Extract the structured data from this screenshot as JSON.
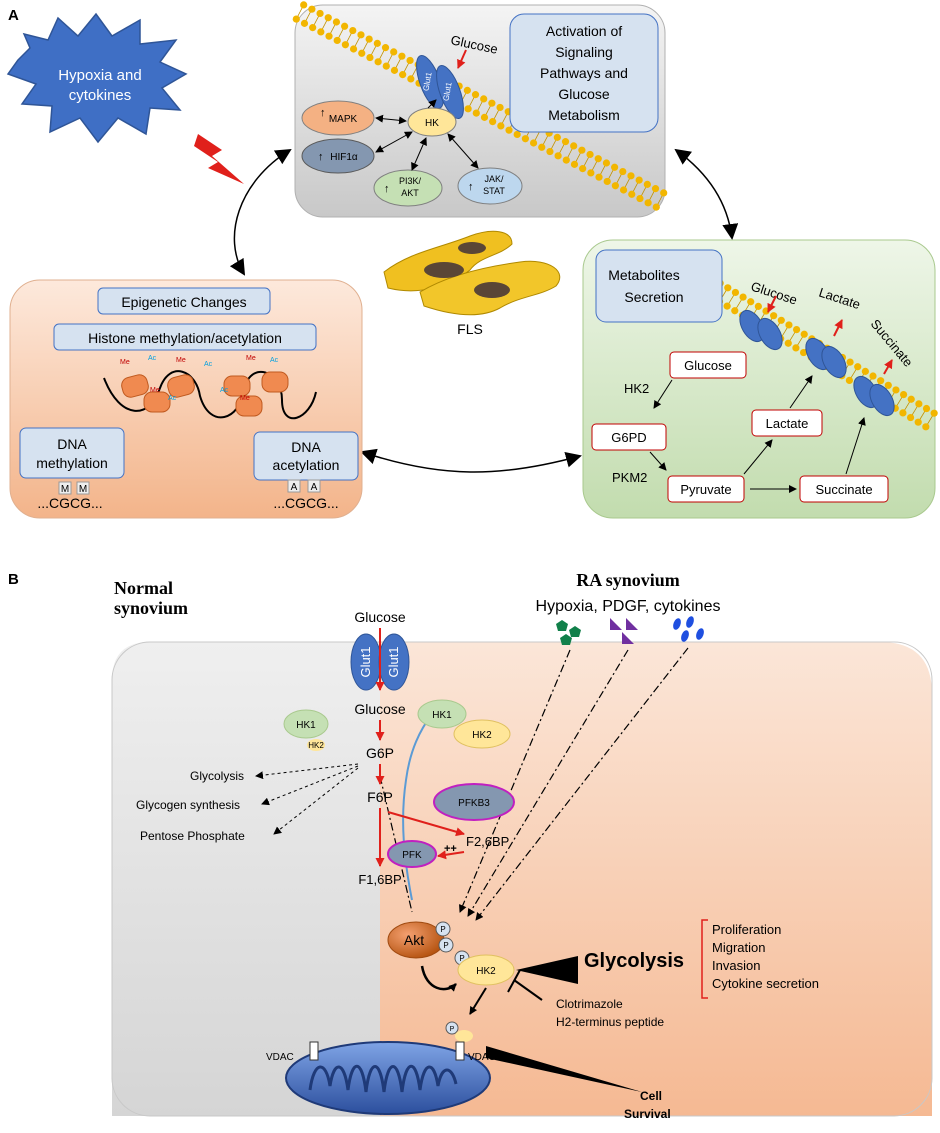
{
  "panel_a": {
    "label": "A",
    "burst_label_1": "Hypoxia and",
    "burst_label_2": "cytokines",
    "top_box": {
      "glucose": "Glucose",
      "title_lines": [
        "Activation of",
        "Signaling",
        "Pathways and",
        "Glucose",
        "Metabolism"
      ],
      "glut1": "Glut1",
      "nodes": {
        "mapk": "MAPK",
        "hk": "HK",
        "hif1a": "HIF1α",
        "pi3k_1": "PI3K/",
        "pi3k_2": "AKT",
        "jak_1": "JAK/",
        "jak_2": "STAT"
      }
    },
    "fls_label": "FLS",
    "epi_box": {
      "title": "Epigenetic Changes",
      "subtitle": "Histone methylation/acetylation",
      "me": "Me",
      "ac": "Ac",
      "dna_meth_1": "DNA",
      "dna_meth_2": "methylation",
      "dna_acet_1": "DNA",
      "dna_acet_2": "acetylation",
      "m": "M",
      "a": "A",
      "cgcg": "...CGCG..."
    },
    "met_box": {
      "title_1": "Metabolites",
      "title_2": "Secretion",
      "mem_glucose": "Glucose",
      "mem_lactate": "Lactate",
      "mem_succinate": "Succinate",
      "glucose": "Glucose",
      "hk2": "HK2",
      "g6pd": "G6PD",
      "pkm2": "PKM2",
      "pyruvate": "Pyruvate",
      "lactate": "Lactate",
      "succinate": "Succinate"
    }
  },
  "panel_b": {
    "label": "B",
    "normal_1": "Normal",
    "normal_2": "synovium",
    "ra": "RA synovium",
    "stimuli": "Hypoxia, PDGF, cytokines",
    "glucose_top": "Glucose",
    "glut1": "Glut1",
    "glucose": "Glucose",
    "g6p": "G6P",
    "f6p": "F6P",
    "f16bp": "F1,6BP",
    "f26bp": "F2,6BP",
    "plusplus": "++",
    "hk1": "HK1",
    "hk2": "HK2",
    "pfkb3": "PFKB3",
    "pfk": "PFK",
    "glycolysis_small": "Glycolysis",
    "glycogen": "Glycogen synthesis",
    "pentose": "Pentose Phosphate",
    "akt": "Akt",
    "p": "P",
    "glycolysis": "Glycolysis",
    "outcomes": [
      "Proliferation",
      "Migration",
      "Invasion",
      "Cytokine secretion"
    ],
    "inhib_1": "Clotrimazole",
    "inhib_2": "H2-terminus peptide",
    "vdac": "VDAC",
    "cell_1": "Cell",
    "cell_2": "Survival"
  },
  "colors": {
    "grey_box": "#d9d9d9",
    "green_box": "#cfe3c0",
    "peach_box": "#f7c9a6",
    "light_box": "#d6e2f0",
    "blue_node": "#4472c4",
    "red_arrow": "#e0201b",
    "membrane": "#f2b600"
  }
}
